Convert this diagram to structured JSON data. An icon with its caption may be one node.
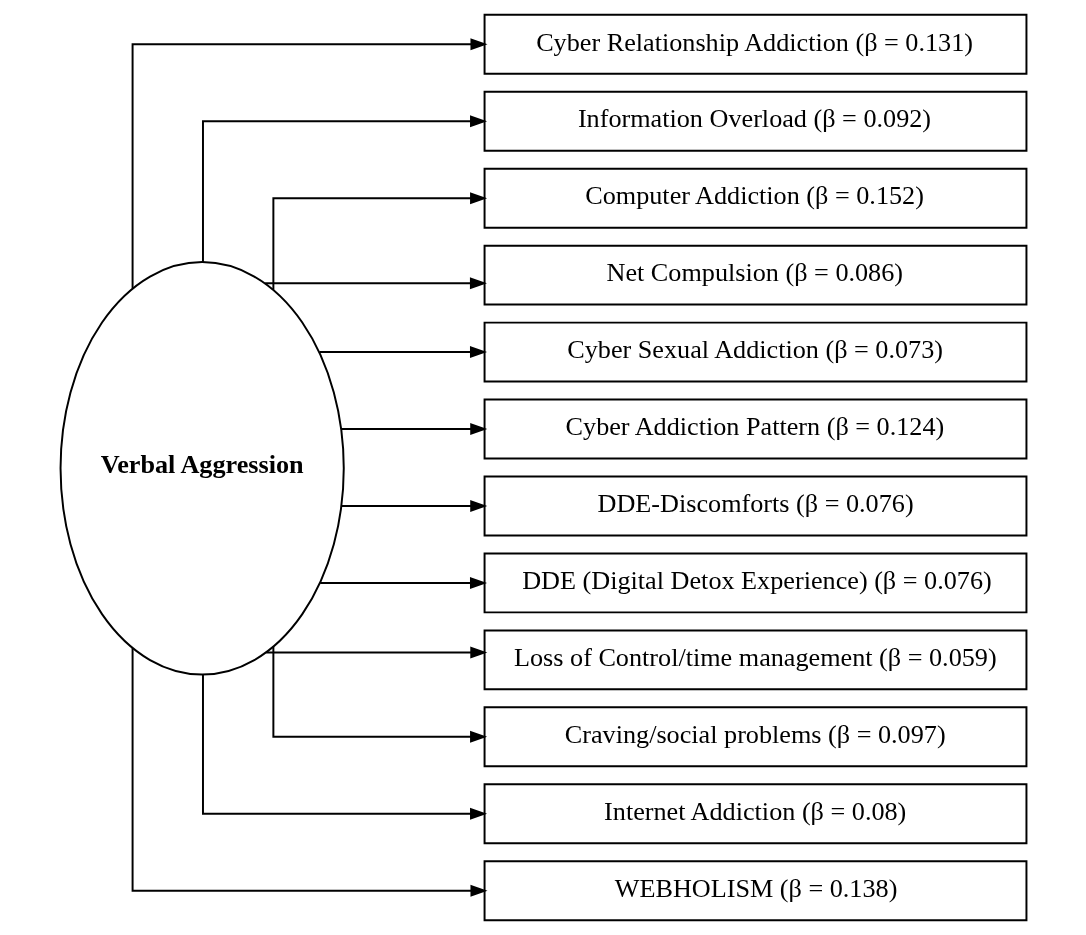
{
  "diagram": {
    "nodes": [
      {
        "text": [
          "Verbal Aggression"
        ]
      },
      {
        "text": [
          "Cyber Relationship Addiction (β = 0.131)"
        ]
      },
      {
        "text": [
          "Information Overload (β = 0.092)"
        ]
      },
      {
        "text": [
          "Computer Addiction (β = 0.152)"
        ]
      },
      {
        "text": [
          "Net Compulsion (β = 0.086)"
        ]
      },
      {
        "text": [
          "Cyber Sexual Addiction (β = 0.073)"
        ]
      },
      {
        "text": [
          "Cyber Addiction Pattern (β = 0.124)"
        ]
      },
      {
        "text": [
          "DDE-Discomforts (β = 0.076)"
        ]
      },
      {
        "text": [
          "DDE (Digital Detox Experience) (β = 0.076)"
        ]
      },
      {
        "text": [
          "Loss of Control/time management (β = 0.059)"
        ]
      },
      {
        "text": [
          "Craving/social problems (β = 0.097)"
        ]
      },
      {
        "text": [
          "Internet Addiction (β = 0.08)"
        ]
      },
      {
        "text": [
          "WEBHOLISM (β = 0.138)"
        ]
      }
    ],
    "edges": [
      {
        "from": 0,
        "to": 1,
        "arrow": "to"
      },
      {
        "from": 0,
        "to": 2,
        "arrow": "to"
      },
      {
        "from": 0,
        "to": 3,
        "arrow": "to"
      },
      {
        "from": 0,
        "to": 4,
        "arrow": "to"
      },
      {
        "from": 0,
        "to": 5,
        "arrow": "to"
      },
      {
        "from": 0,
        "to": 6,
        "arrow": "to"
      },
      {
        "from": 0,
        "to": 7,
        "arrow": "to"
      },
      {
        "from": 0,
        "to": 8,
        "arrow": "to"
      },
      {
        "from": 0,
        "to": 9,
        "arrow": "to"
      },
      {
        "from": 0,
        "to": 10,
        "arrow": "to"
      },
      {
        "from": 0,
        "to": 11,
        "arrow": "to"
      },
      {
        "from": 0,
        "to": 12,
        "arrow": "to"
      }
    ]
  }
}
